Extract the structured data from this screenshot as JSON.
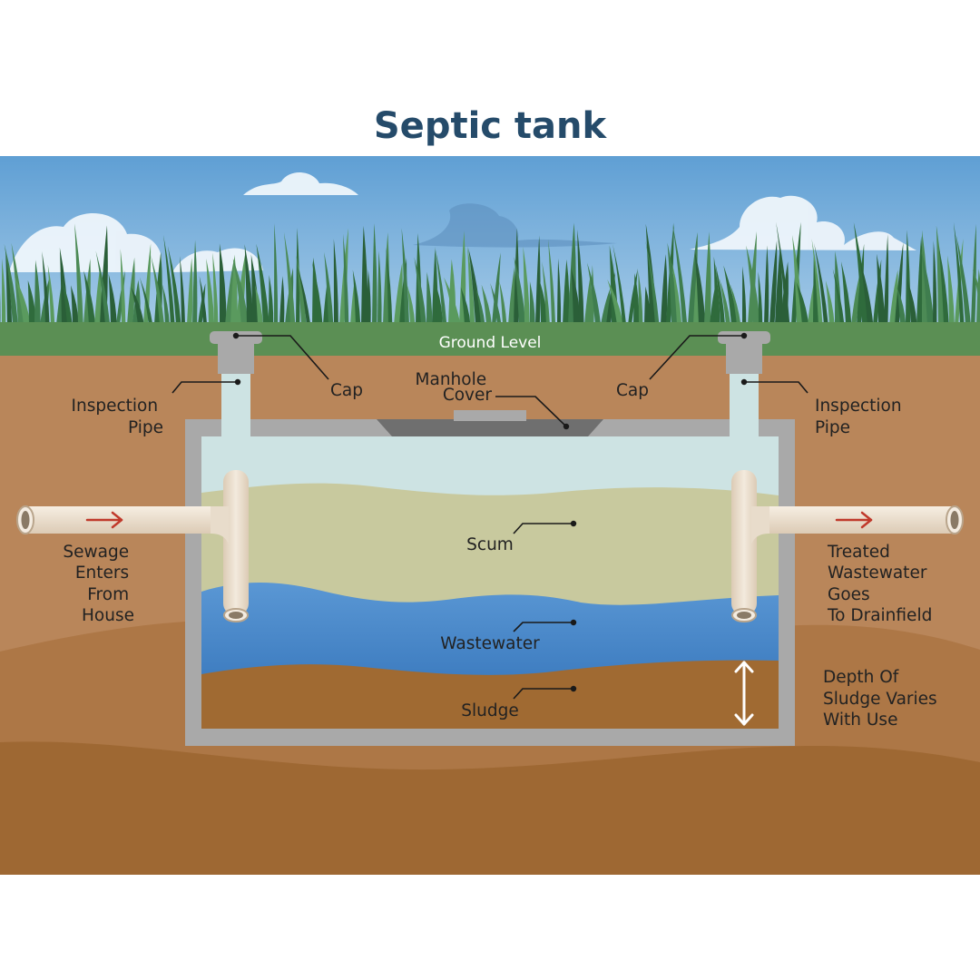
{
  "title": "Septic tank",
  "labels": {
    "ground_level": "Ground Level",
    "cap_left": "Cap",
    "cap_right": "Cap",
    "manhole_cover": [
      "Manhole",
      "Cover"
    ],
    "inspection_pipe_left": [
      "Inspection",
      "Pipe"
    ],
    "inspection_pipe_right": [
      "Inspection",
      "Pipe"
    ],
    "scum": "Scum",
    "wastewater": "Wastewater",
    "sludge": "Sludge",
    "sewage_enters": [
      "Sewage",
      "Enters",
      "From",
      "House"
    ],
    "treated_wastewater": [
      "Treated",
      "Wastewater",
      "Goes",
      "To Drainfield"
    ],
    "depth_of_sludge": [
      "Depth Of",
      "Sludge Varies",
      "With Use"
    ]
  },
  "colors": {
    "title": "#254b6a",
    "sky": "#6fa9d8",
    "grass": "#3f7d4e",
    "ground_strip": "#5b8f54",
    "soil_light": "#b9865a",
    "soil_mid": "#aa7443",
    "soil_dark": "#9b6631",
    "tank_wall": "#a9a9a9",
    "clear_zone": "#cde3e3",
    "scum": "#c8c99e",
    "wastewater": "#3f7fc4",
    "sludge": "#a06a32",
    "pipe": "#ece0d0",
    "arrow": "#c0392b"
  }
}
